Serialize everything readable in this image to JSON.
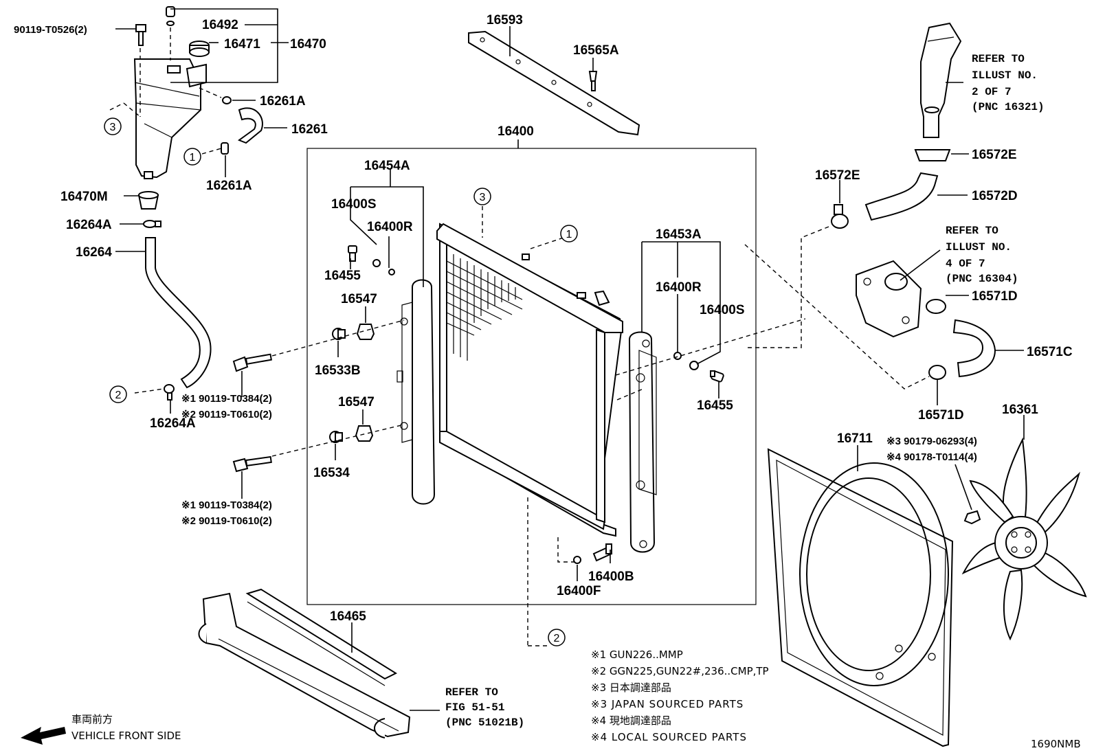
{
  "parts": {
    "p16593": "16593",
    "p16565A": "16565A",
    "p16400": "16400",
    "p16454A": "16454A",
    "p16400S_left": "16400S",
    "p16400R_left": "16400R",
    "p16455_left": "16455",
    "p16547_top": "16547",
    "p16533B": "16533B",
    "p16547_bottom": "16547",
    "p16534": "16534",
    "p16453A": "16453A",
    "p16400R_right": "16400R",
    "p16400S_right": "16400S",
    "p16455_right": "16455",
    "p16400B": "16400B",
    "p16400F": "16400F",
    "p16465": "16465",
    "p16711": "16711",
    "p16361": "16361",
    "p16492": "16492",
    "p16471": "16471",
    "p16470": "16470",
    "p16261A_top": "16261A",
    "p16261": "16261",
    "p16261A_bottom": "16261A",
    "p16470M": "16470M",
    "p16264A_top": "16264A",
    "p16264": "16264",
    "p16264A_bottom": "16264A",
    "p16572E_top": "16572E",
    "p16572E_left": "16572E",
    "p16572D": "16572D",
    "p16571D_top": "16571D",
    "p16571C": "16571C",
    "p16571D_bottom": "16571D",
    "bolt_90119_T0526": "90119-T0526(2)"
  },
  "bolt_notes": {
    "a1": "※1 90119-T0384(2)",
    "a2": "※2 90119-T0610(2)",
    "b1": "※1 90119-T0384(2)",
    "b2": "※2 90119-T0610(2)",
    "fan1": "※3 90179-06293(4)",
    "fan2": "※4 90178-T0114(4)"
  },
  "refs": {
    "r1_l1": "REFER TO",
    "r1_l2": "ILLUST NO.",
    "r1_l3": "2 OF 7",
    "r1_l4": "(PNC 16321)",
    "r2_l1": "REFER TO",
    "r2_l2": "ILLUST NO.",
    "r2_l3": "4 OF 7",
    "r2_l4": "(PNC 16304)",
    "r3_l1": "REFER TO",
    "r3_l2": "FIG 51-51",
    "r3_l3": "(PNC 51021B)"
  },
  "callouts": {
    "c1": "1",
    "c2": "2",
    "c3": "3"
  },
  "legend": {
    "n1": "※1 GUN226..MMP",
    "n2": "※2 GGN225,GUN22#,236..CMP,TP",
    "n3": "※3 日本調達部品",
    "n4": "※3 JAPAN SOURCED PARTS",
    "n5": "※4 現地調達部品",
    "n6": "※4 LOCAL SOURCED PARTS"
  },
  "direction": {
    "jp": "車両前方",
    "en": "VEHICLE FRONT SIDE"
  },
  "diagram_code": "1690NMB"
}
